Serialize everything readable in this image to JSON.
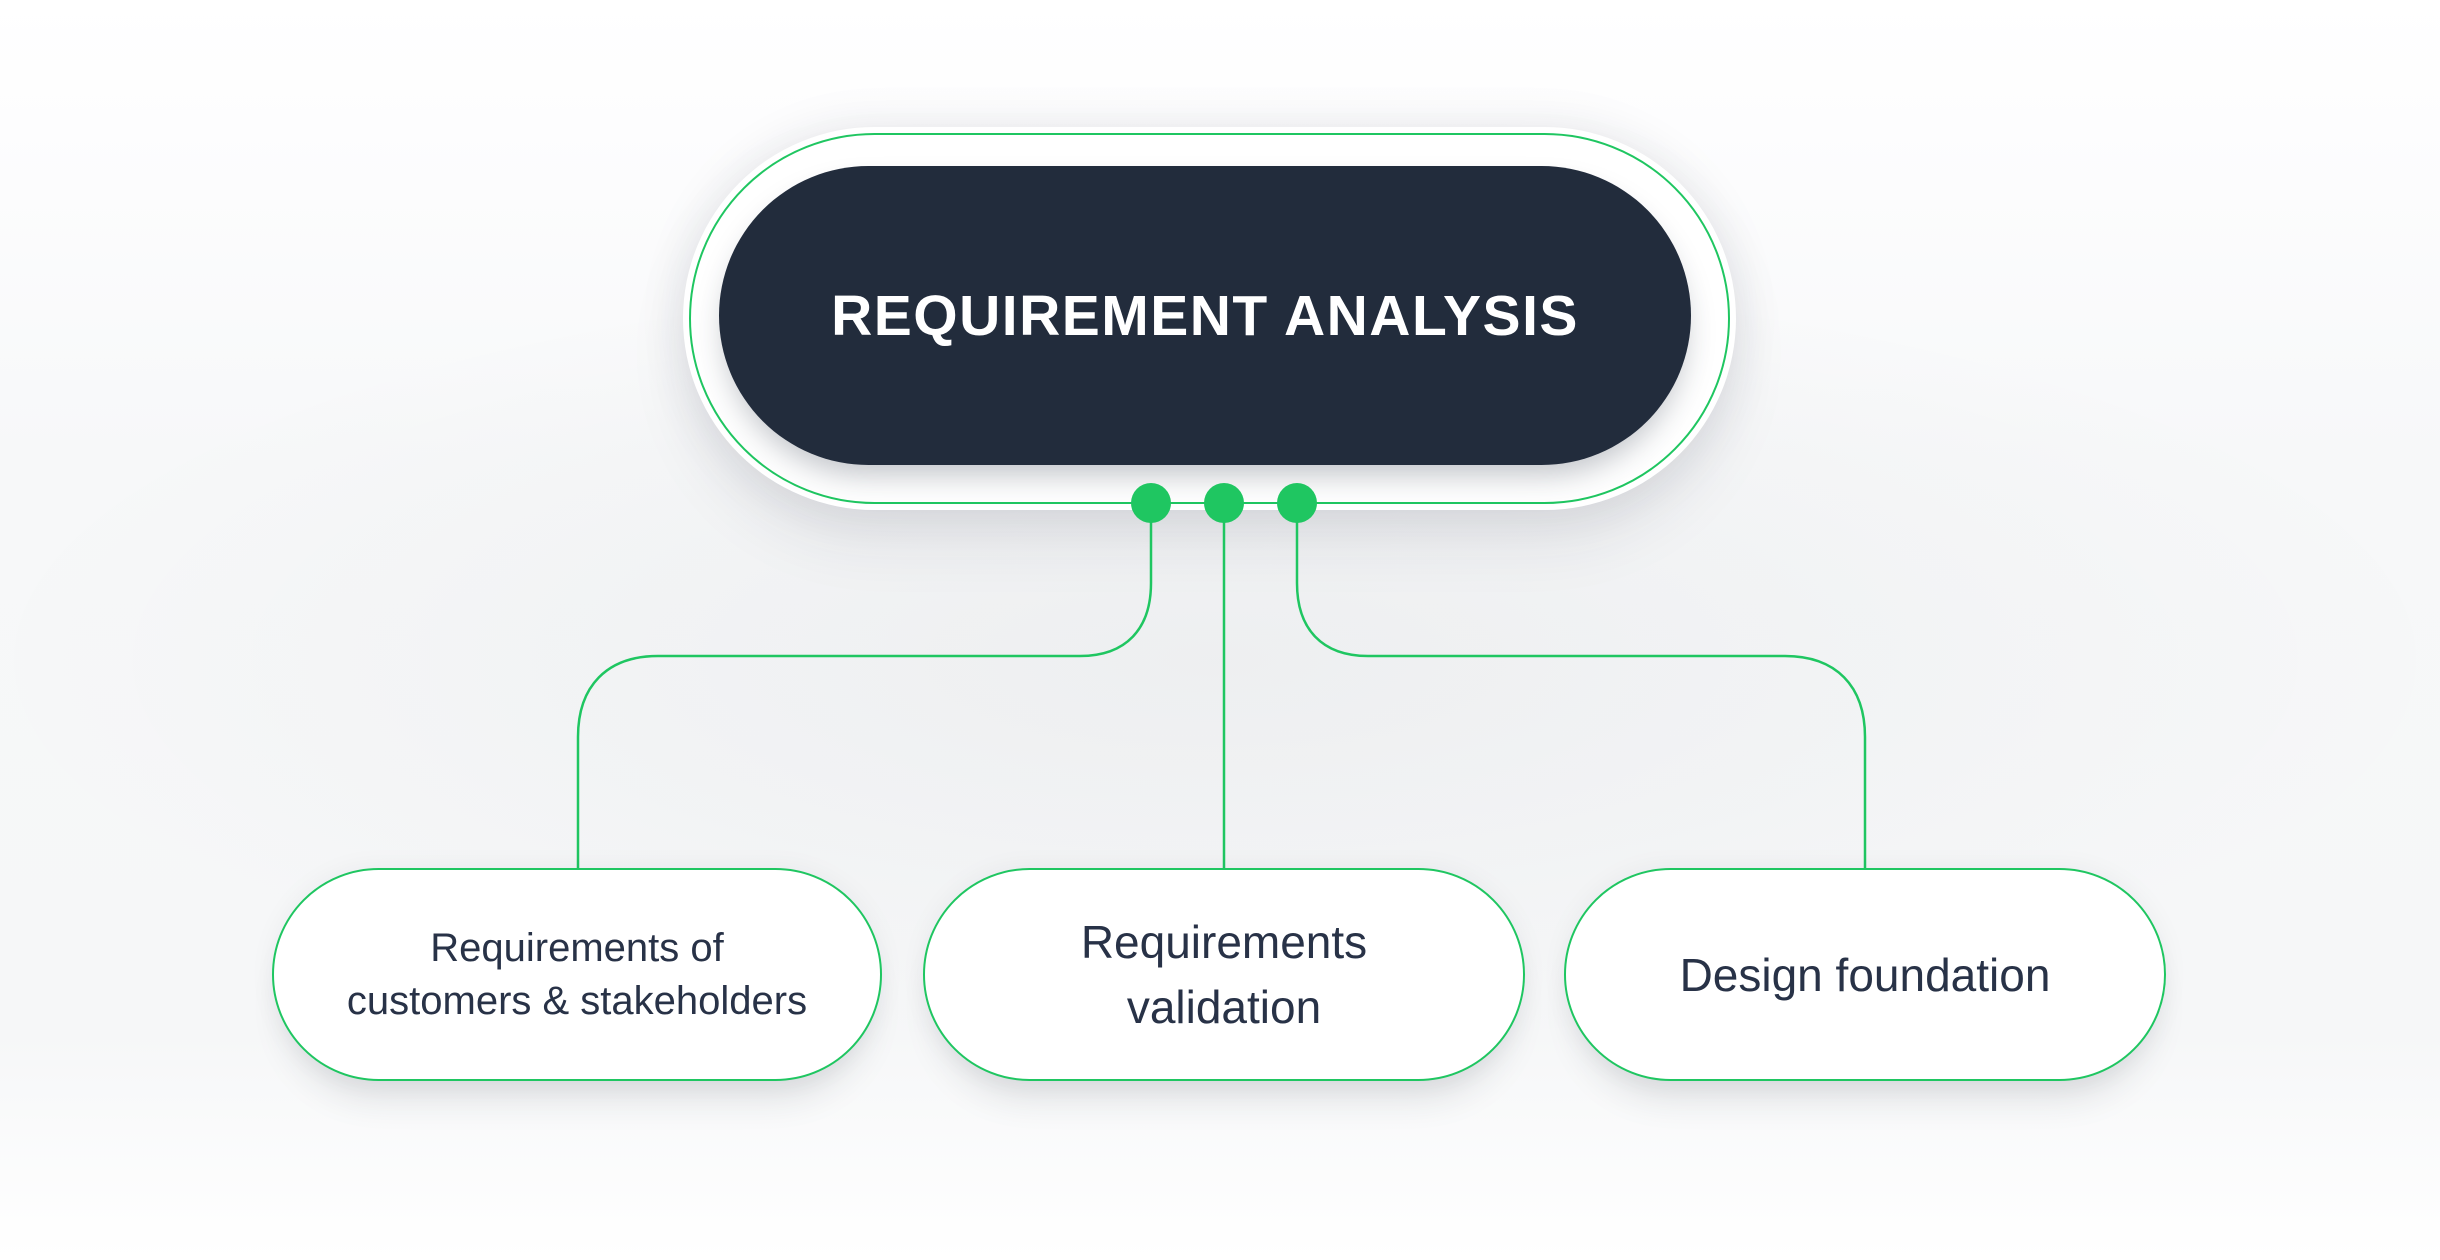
{
  "diagram": {
    "root_node": {
      "label": "REQUIREMENT ANALYSIS"
    },
    "child_nodes": [
      {
        "label": "Requirements of\ncustomers & stakeholders"
      },
      {
        "label": "Requirements\nvalidation"
      },
      {
        "label": "Design foundation"
      }
    ],
    "connector_dot_count": 3,
    "colors": {
      "accent_green": "#1fc661",
      "root_node_fill": "#222c3c",
      "root_label_text": "#ffffff",
      "leaf_text": "#283247",
      "node_background": "#ffffff"
    }
  }
}
